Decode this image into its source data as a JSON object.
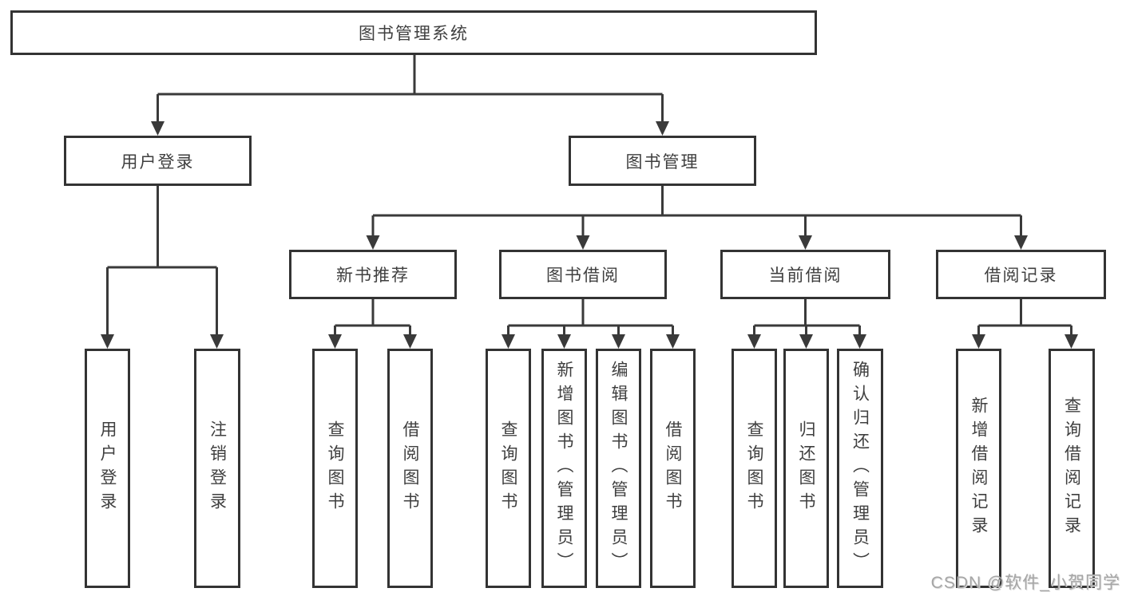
{
  "tree": {
    "root": {
      "label": "图书管理系统"
    },
    "branches": [
      {
        "label": "用户登录",
        "children": [
          {
            "label": "用户登录"
          },
          {
            "label": "注销登录"
          }
        ]
      },
      {
        "label": "图书管理",
        "children": [
          {
            "label": "新书推荐",
            "children": [
              {
                "label": "查询图书"
              },
              {
                "label": "借阅图书"
              }
            ]
          },
          {
            "label": "图书借阅",
            "children": [
              {
                "label": "查询图书"
              },
              {
                "label": "新增图书（管理员）"
              },
              {
                "label": "编辑图书（管理员）"
              },
              {
                "label": "借阅图书"
              }
            ]
          },
          {
            "label": "当前借阅",
            "children": [
              {
                "label": "查询图书"
              },
              {
                "label": "归还图书"
              },
              {
                "label": "确认归还（管理员）"
              }
            ]
          },
          {
            "label": "借阅记录",
            "children": [
              {
                "label": "新增借阅记录"
              },
              {
                "label": "查询借阅记录"
              }
            ]
          }
        ]
      }
    ]
  },
  "watermark": {
    "text": "CSDN @软件_小贺同学"
  },
  "colors": {
    "line": "#3a3a3a",
    "border": "#333333",
    "text": "#3f3f3f",
    "background": "#ffffff",
    "watermark": "#a6a6a6"
  }
}
